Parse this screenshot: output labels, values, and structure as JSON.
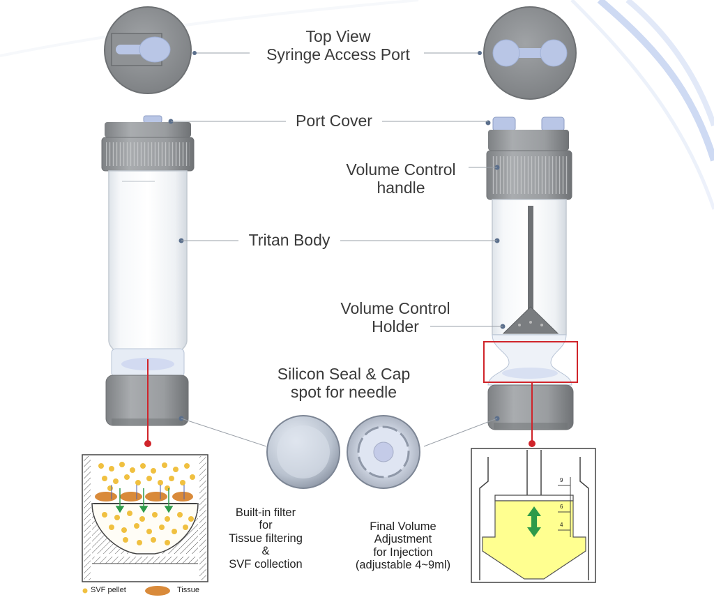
{
  "labels": {
    "top_view_1": "Top View",
    "top_view_2": "Syringe Access Port",
    "port_cover": "Port Cover",
    "volume_handle_1": "Volume Control",
    "volume_handle_2": "handle",
    "tritan_body": "Tritan Body",
    "volume_holder_1": "Volume Control",
    "volume_holder_2": "Holder",
    "seal_1": "Silicon Seal & Cap",
    "seal_2": "spot for needle",
    "filter_1": "Built-in filter",
    "filter_2": "for",
    "filter_3": "Tissue filtering",
    "filter_4": "&",
    "filter_5": "SVF collection",
    "final_1": "Final Volume",
    "final_2": "Adjustment",
    "final_3": "for Injection",
    "final_4": "(adjustable 4~9ml)"
  },
  "legend": {
    "svf": "SVF pellet",
    "tissue": "Tissue"
  },
  "scale_marks": [
    "9",
    "6",
    "4"
  ],
  "colors": {
    "cap_gray": "#8f9295",
    "port_blue": "#b9c6e6",
    "svf_yellow": "#f0c040",
    "tissue_orange": "#d98a3a",
    "fluid_yellow": "#ffff90",
    "arrow_green": "#2e9b4a",
    "highlight_red": "#d0242a"
  }
}
